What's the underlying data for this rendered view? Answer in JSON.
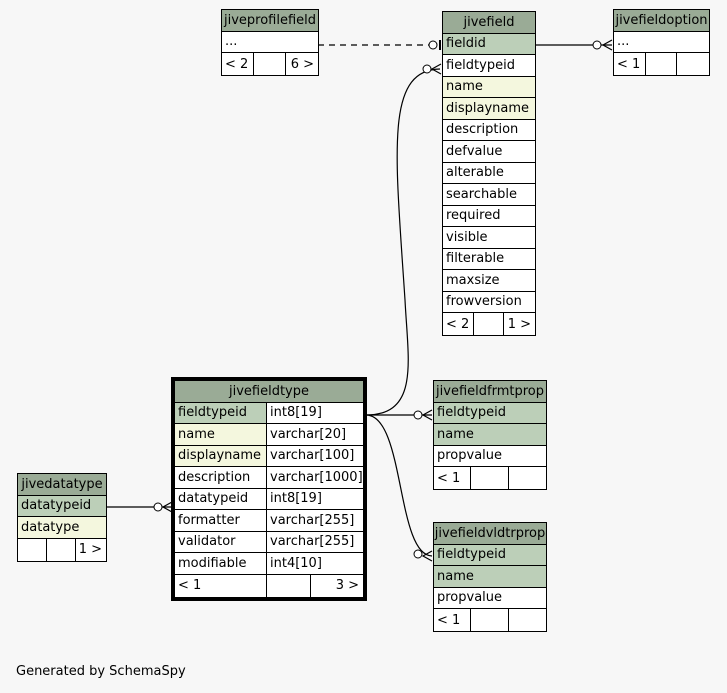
{
  "colors": {
    "background": "#f7f7f7",
    "table_header": "#9aab96",
    "primary_key": "#bccfb8",
    "indexed": "#f4f7de",
    "row": "#ffffff"
  },
  "tables": {
    "jiveprofilefield": {
      "name": "jiveprofilefield",
      "rows": [
        "..."
      ],
      "nav": [
        "< 2",
        "",
        "6 >"
      ]
    },
    "jivefield": {
      "name": "jivefield",
      "rows": [
        "fieldid",
        "fieldtypeid",
        "name",
        "displayname",
        "description",
        "defvalue",
        "alterable",
        "searchable",
        "required",
        "visible",
        "filterable",
        "maxsize",
        "frowversion"
      ],
      "nav": [
        "< 2",
        "",
        "1 >"
      ]
    },
    "jivefieldoption": {
      "name": "jivefieldoption",
      "rows": [
        "..."
      ],
      "nav": [
        "< 1",
        "",
        ""
      ]
    },
    "jivefieldtype": {
      "name": "jivefieldtype",
      "rows": [
        {
          "col": "fieldtypeid",
          "type": "int8[19]"
        },
        {
          "col": "name",
          "type": "varchar[20]"
        },
        {
          "col": "displayname",
          "type": "varchar[100]"
        },
        {
          "col": "description",
          "type": "varchar[1000]"
        },
        {
          "col": "datatypeid",
          "type": "int8[19]"
        },
        {
          "col": "formatter",
          "type": "varchar[255]"
        },
        {
          "col": "validator",
          "type": "varchar[255]"
        },
        {
          "col": "modifiable",
          "type": "int4[10]"
        }
      ],
      "nav": [
        "< 1",
        "",
        "3 >"
      ]
    },
    "jivedatatype": {
      "name": "jivedatatype",
      "rows": [
        "datatypeid",
        "datatype"
      ],
      "nav": [
        "",
        "",
        "1 >"
      ]
    },
    "jivefieldfrmtprop": {
      "name": "jivefieldfrmtprop",
      "rows": [
        "fieldtypeid",
        "name",
        "propvalue"
      ],
      "nav": [
        "< 1",
        "",
        ""
      ]
    },
    "jivefieldvldtrprop": {
      "name": "jivefieldvldtrprop",
      "rows": [
        "fieldtypeid",
        "name",
        "propvalue"
      ],
      "nav": [
        "< 1",
        "",
        ""
      ]
    }
  },
  "footer": "Generated by SchemaSpy"
}
